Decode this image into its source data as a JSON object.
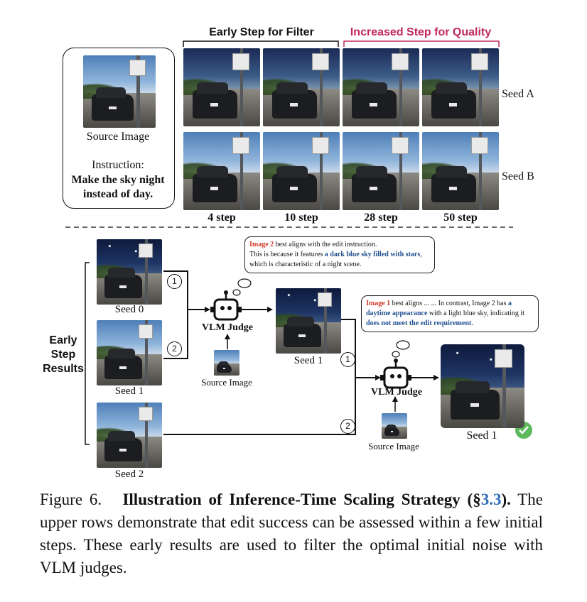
{
  "header": {
    "early": "Early Step for Filter",
    "increased": "Increased Step for Quality"
  },
  "source_panel": {
    "label": "Source Image",
    "instruction_label": "Instruction:",
    "instruction_line1": "Make the sky night",
    "instruction_line2": "instead of day."
  },
  "rows": [
    "Seed A",
    "Seed B"
  ],
  "steps": [
    "4 step",
    "10 step",
    "28 step",
    "50 step"
  ],
  "lower": {
    "early_results": [
      "Early",
      "Step",
      "Results"
    ],
    "seeds": [
      "Seed 0",
      "Seed 1",
      "Seed 2"
    ],
    "judge_label": "VLM Judge",
    "source_image": "Source Image",
    "middle_seed": "Seed 1",
    "final_seed": "Seed 1",
    "circle1": "1",
    "circle2": "2",
    "bubble1": {
      "p1": "Image 2",
      "p2": " best aligns with the edit instruction.",
      "p3": "This is because it features ",
      "p4": "a dark blue sky filled with stars",
      "p5": ", which is characteristic of a night scene."
    },
    "bubble2": {
      "p1": "Image 1",
      "p2": " best aligns ... ... In contrast, Image 2 has ",
      "p3": "a daytime appearance",
      "p4": " with a light blue sky, indicating it ",
      "p5": "does not meet the edit requirement",
      "p6": "."
    }
  },
  "caption": {
    "figure": "Figure 6.",
    "title": "Illustration of Inference-Time Scaling Strategy",
    "open": "(§",
    "ref": "3.3",
    "close": ").",
    "text": " The upper rows demonstrate that edit success can be assessed within a few initial steps. These early results are used to filter the optimal initial noise with VLM judges."
  }
}
